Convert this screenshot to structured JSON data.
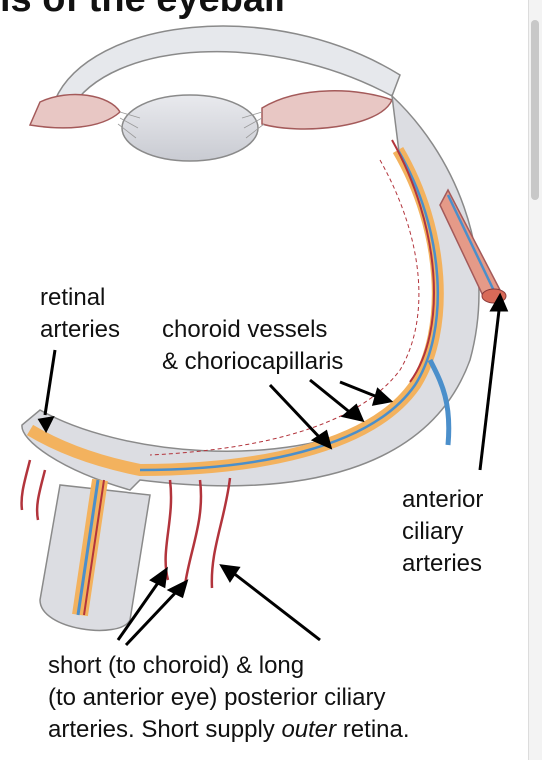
{
  "title": "ls of the eyeball",
  "labels": {
    "retinal": [
      "retinal",
      "arteries"
    ],
    "choroid": [
      "choroid vessels",
      "& choriocapillaris"
    ],
    "anterior": [
      "anterior",
      "ciliary",
      "arteries"
    ],
    "posterior": [
      "short (to choroid) & long",
      "(to anterior eye) posterior ciliary",
      "arteries. Short supply ",
      "outer",
      " retina."
    ]
  },
  "colors": {
    "sclera": "#dcdde2",
    "choroid": "#f3b25e",
    "artery": "#b2343c",
    "vein": "#4b8fcb",
    "outline": "#8a8a8a"
  }
}
